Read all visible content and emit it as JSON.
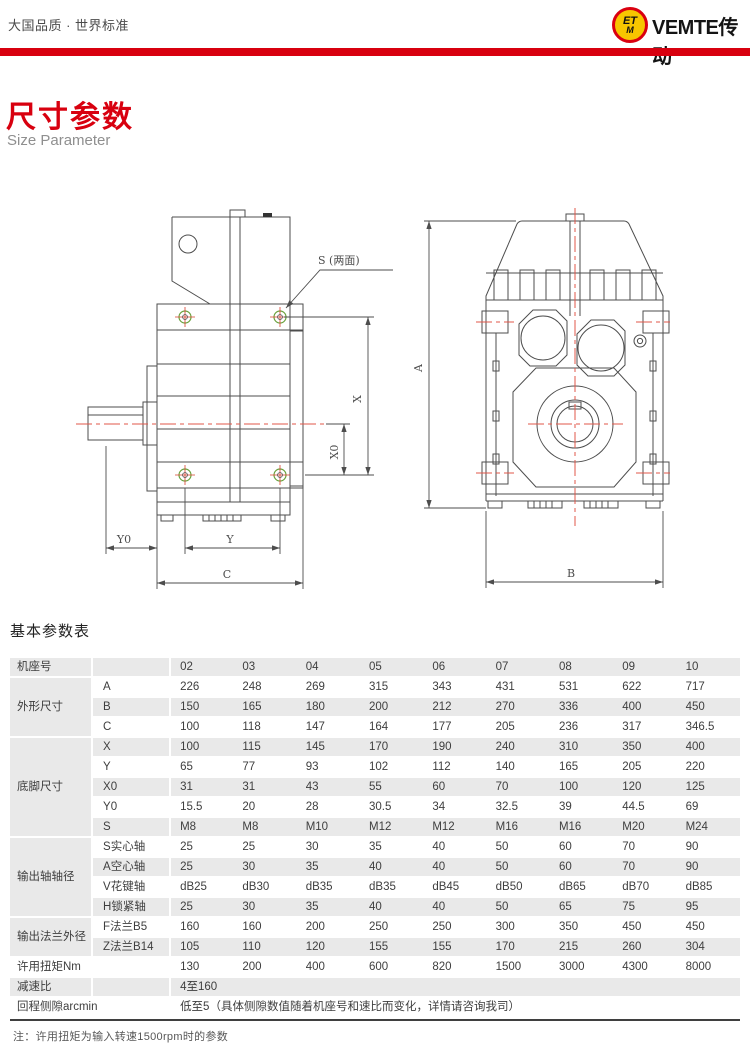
{
  "header": {
    "slogan": "大国品质 · 世界标准",
    "brand": "VEMTE传动",
    "logo_top": "ET",
    "logo_bottom": "M",
    "accent_color": "#d8000f",
    "logo_ring_color": "#da0010",
    "logo_fill_color": "#f7c600"
  },
  "title": {
    "cn": "尺寸参数",
    "en": "Size Parameter"
  },
  "drawings": {
    "left": {
      "s": "S (两面)",
      "x": "X",
      "x0": "X0",
      "y0": "Y0",
      "y": "Y",
      "c": "C"
    },
    "right": {
      "a": "A",
      "b": "B"
    }
  },
  "table": {
    "title": "基本参数表",
    "shade_color": "#e9e9e9",
    "columns": [
      "02",
      "03",
      "04",
      "05",
      "06",
      "07",
      "08",
      "09",
      "10"
    ],
    "rows": [
      {
        "group": "机座号",
        "gspan": 1,
        "sub": "",
        "cells": [
          "02",
          "03",
          "04",
          "05",
          "06",
          "07",
          "08",
          "09",
          "10"
        ]
      },
      {
        "group": "外形尺寸",
        "gspan": 3,
        "sub": "A",
        "cells": [
          "226",
          "248",
          "269",
          "315",
          "343",
          "431",
          "531",
          "622",
          "717"
        ]
      },
      {
        "sub": "B",
        "cells": [
          "150",
          "165",
          "180",
          "200",
          "212",
          "270",
          "336",
          "400",
          "450"
        ]
      },
      {
        "sub": "C",
        "cells": [
          "100",
          "118",
          "147",
          "164",
          "177",
          "205",
          "236",
          "317",
          "346.5"
        ]
      },
      {
        "group": "底脚尺寸",
        "gspan": 5,
        "sub": "X",
        "cells": [
          "100",
          "115",
          "145",
          "170",
          "190",
          "240",
          "310",
          "350",
          "400"
        ]
      },
      {
        "sub": "Y",
        "cells": [
          "65",
          "77",
          "93",
          "102",
          "112",
          "140",
          "165",
          "205",
          "220"
        ]
      },
      {
        "sub": "X0",
        "cells": [
          "31",
          "31",
          "43",
          "55",
          "60",
          "70",
          "100",
          "120",
          "125"
        ]
      },
      {
        "sub": "Y0",
        "cells": [
          "15.5",
          "20",
          "28",
          "30.5",
          "34",
          "32.5",
          "39",
          "44.5",
          "69"
        ]
      },
      {
        "sub": "S",
        "cells": [
          "M8",
          "M8",
          "M10",
          "M12",
          "M12",
          "M16",
          "M16",
          "M20",
          "M24"
        ]
      },
      {
        "group": "输出轴轴径",
        "gspan": 4,
        "sub": "S实心轴",
        "cells": [
          "25",
          "25",
          "30",
          "35",
          "40",
          "50",
          "60",
          "70",
          "90"
        ]
      },
      {
        "sub": "A空心轴",
        "cells": [
          "25",
          "30",
          "35",
          "40",
          "40",
          "50",
          "60",
          "70",
          "90"
        ]
      },
      {
        "sub": "V花键轴",
        "cells": [
          "dB25",
          "dB30",
          "dB35",
          "dB35",
          "dB45",
          "dB50",
          "dB65",
          "dB70",
          "dB85"
        ]
      },
      {
        "sub": "H锁紧轴",
        "cells": [
          "25",
          "30",
          "35",
          "40",
          "40",
          "50",
          "65",
          "75",
          "95"
        ]
      },
      {
        "group": "输出法兰外径",
        "gspan": 2,
        "sub": "F法兰B5",
        "cells": [
          "160",
          "160",
          "200",
          "250",
          "250",
          "300",
          "350",
          "450",
          "450"
        ]
      },
      {
        "sub": "Z法兰B14",
        "cells": [
          "105",
          "110",
          "120",
          "155",
          "155",
          "170",
          "215",
          "260",
          "304"
        ]
      },
      {
        "group": "许用扭矩Nm",
        "gspan": 1,
        "sub": "",
        "cells": [
          "130",
          "200",
          "400",
          "600",
          "820",
          "1500",
          "3000",
          "4300",
          "8000"
        ]
      },
      {
        "group": "减速比",
        "gspan": 1,
        "sub": "",
        "span_text": "4至160"
      },
      {
        "group": "回程侧隙arcmin",
        "gspan": 1,
        "sub": "",
        "span_text": "低至5（具体侧隙数值随着机座号和速比而变化，详情请咨询我司）"
      }
    ],
    "note": "注：许用扭矩为输入转速1500rpm时的参数"
  }
}
